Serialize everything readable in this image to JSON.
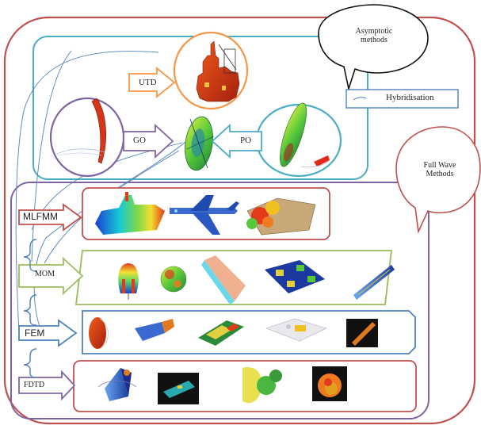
{
  "bubbles": {
    "asymptotic": {
      "line1": "Asymptotic",
      "line2": "methods"
    },
    "full_wave": {
      "line1": "Full Wave",
      "line2": "Methods"
    }
  },
  "hybridisation": {
    "label": "Hybridisation"
  },
  "asymptotic_methods": {
    "utd": "UTD",
    "go": "GO",
    "po": "PO"
  },
  "full_wave_methods": {
    "mlfmm": "MLFMM",
    "mom": "MOM",
    "fem": "FEM",
    "fdtd": "FDTD"
  },
  "colors": {
    "outer_frame": "#c0504d",
    "asymptotic_frame": "#4bacc6",
    "fullwave_frame": "#8064a2",
    "utd_orange": "#f79646",
    "go_purple": "#8064a2",
    "mlfmm_red": "#c0504d",
    "mom_green": "#9bbb59",
    "fem_blue": "#4f81bd",
    "fdtd_red": "#c0504d"
  }
}
